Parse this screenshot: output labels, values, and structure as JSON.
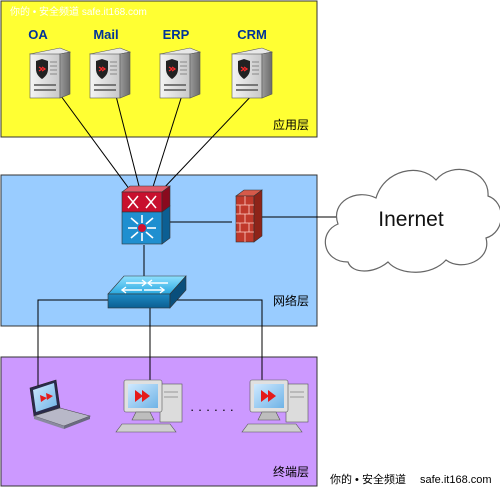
{
  "watermark_top": "你的 • 安全频道  safe.it168.com",
  "watermark_bottom_cn": "你的 • 安全频道",
  "watermark_bottom_url": "safe.it168.com",
  "layers": {
    "app": {
      "label": "应用层",
      "color": "#ffff33"
    },
    "network": {
      "label": "网络层",
      "color": "#99ccff"
    },
    "terminal": {
      "label": "终端层",
      "color": "#cc99ff"
    }
  },
  "servers": [
    {
      "label": "OA"
    },
    {
      "label": "Mail"
    },
    {
      "label": "ERP"
    },
    {
      "label": "CRM"
    }
  ],
  "cloud_label": "Inernet",
  "ellipsis": "· · ·   · · ·",
  "icons": {
    "server": "server-icon",
    "core_router": "router-icon",
    "core_switch": "layer3-switch-icon",
    "firewall": "firewall-icon",
    "access_switch": "switch-icon",
    "laptop": "laptop-icon",
    "desktop": "desktop-icon",
    "cloud": "cloud-icon"
  }
}
